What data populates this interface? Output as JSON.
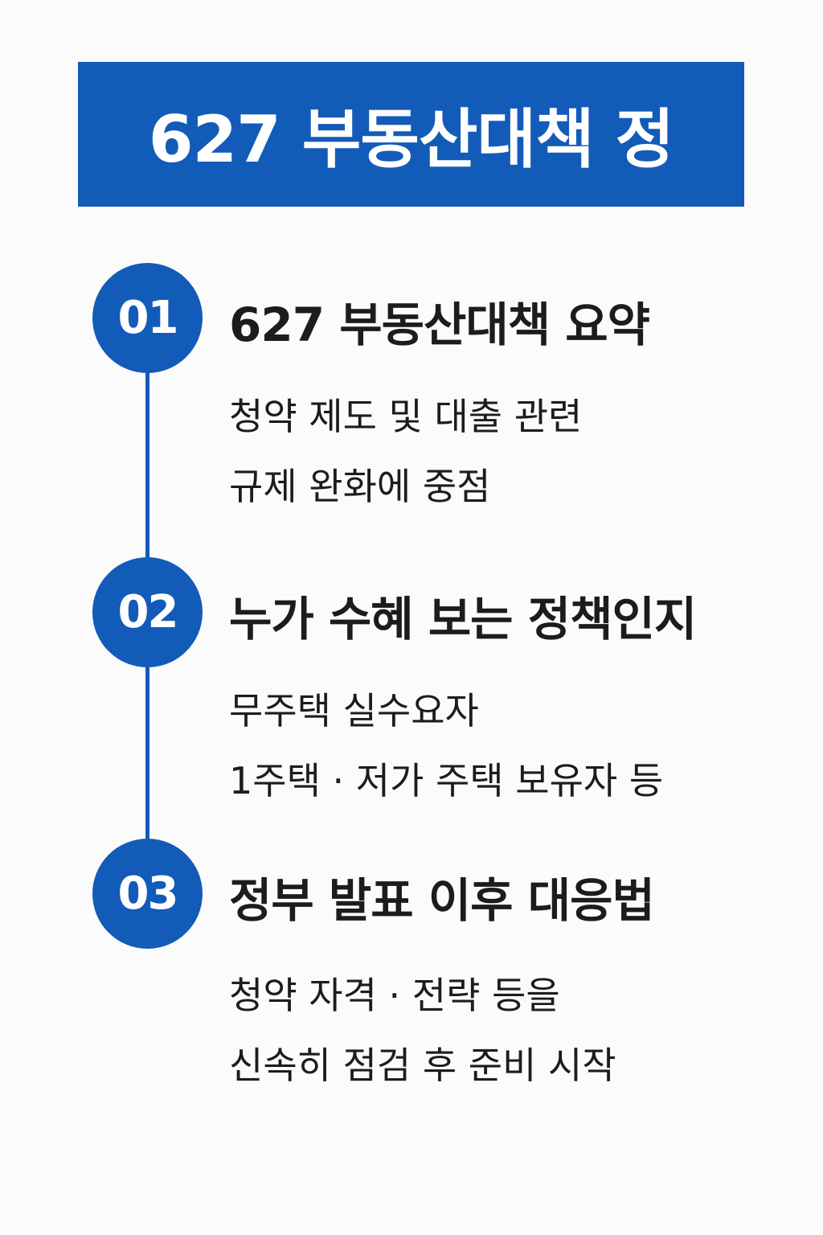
{
  "header": {
    "title": "627 부동산대책 정",
    "background_color": "#135bb8"
  },
  "steps": [
    {
      "number": "01",
      "title": "627 부동산대책 요약",
      "lines": [
        "청약 제도 및 대출 관련",
        "규제 완화에 중점"
      ]
    },
    {
      "number": "02",
      "title": "누가 수혜 보는 정책인지",
      "lines": [
        "무주택 실수요자",
        "1주택 · 저가 주택 보유자 등"
      ]
    },
    {
      "number": "03",
      "title": "정부 발표 이후 대응법",
      "lines": [
        "청약 자격 · 전략 등을",
        "신속히 점검 후 준비 시작"
      ]
    }
  ],
  "colors": {
    "accent": "#135bb8",
    "background": "#fbfbfb",
    "text": "#1c1c1c"
  }
}
